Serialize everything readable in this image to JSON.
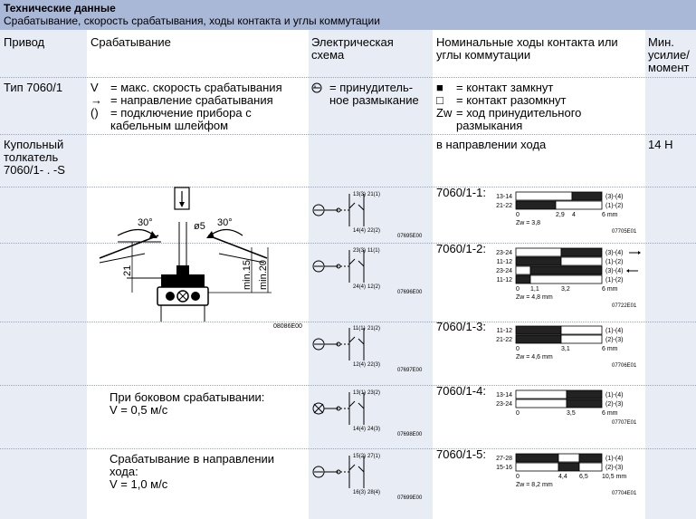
{
  "header": {
    "title": "Технические данные",
    "subtitle": "Срабатывание, скорость срабатывания, ходы контакта и углы коммутации"
  },
  "columns": {
    "drive": "Привод",
    "actuation": "Срабатывание",
    "scheme_l1": "Электрическая",
    "scheme_l2": "схема",
    "stroke_l1": "Номинальные ходы контакта или",
    "stroke_l2": "углы коммутации",
    "force_l1": "Мин.",
    "force_l2": "усилие/",
    "force_l3": "момент"
  },
  "type_row": {
    "drive": "Тип 7060/1",
    "legend": [
      {
        "sym": "V",
        "text": "= макс. скорость срабатывания"
      },
      {
        "sym": "→",
        "text": "= направление срабатывания"
      },
      {
        "sym": "()",
        "text": "= подключение прибора с"
      },
      {
        "sym": "",
        "text": "кабельным шлейфом"
      }
    ],
    "scheme_l1": "= принудитель-",
    "scheme_l2": "ное размыкание",
    "stroke_legend": [
      {
        "sym": "■",
        "text": "= контакт замкнут"
      },
      {
        "sym": "□",
        "text": "= контакт разомкнут"
      },
      {
        "sym": "Zw",
        "text": "= ход принудительного"
      },
      {
        "sym": "",
        "text": "размыкания"
      }
    ]
  },
  "plunger_row": {
    "drive_l1": "Купольный",
    "drive_l2": "толкатель",
    "drive_l3": "7060/1- . -S",
    "direction": "в направлении хода",
    "force": "14 H",
    "drawing": {
      "angle_left": "30°",
      "angle_right": "30°",
      "diameter": "ø5",
      "dim_21": "21",
      "dim_min15": "min.15",
      "dim_min20": "min.20",
      "code": "08086E00"
    },
    "side": {
      "l1": "При боковом срабатывании:",
      "l2": "V = 0,5 м/с"
    },
    "travel": {
      "l1": "Срабатывание в направлении",
      "l2": "хода:",
      "l3": "V = 1,0 м/с"
    }
  },
  "variants": [
    {
      "name": "7060/1-1:",
      "scheme_code": "07695E00",
      "chart_code": "07705E01",
      "terms": [
        "13(3)",
        "21(1)",
        "14(4)",
        "22(2)"
      ],
      "rows": [
        {
          "label": "13-14",
          "right": "(3)-(4)"
        },
        {
          "label": "21-22",
          "right": "(1)-(2)"
        }
      ],
      "axis": [
        "0",
        "2,9",
        "4",
        "6 mm"
      ],
      "zw": "Zw = 3,8"
    },
    {
      "name": "7060/1-2:",
      "scheme_code": "07696E00",
      "chart_code": "07722E01",
      "terms": [
        "23(3)",
        "11(1)",
        "24(4)",
        "12(2)"
      ],
      "rows": [
        {
          "label": "23-24",
          "right": "(3)-(4)"
        },
        {
          "label": "11-12",
          "right": "(1)-(2)"
        },
        {
          "label": "23-24",
          "right": "(3)-(4)"
        },
        {
          "label": "11-12",
          "right": "(1)-(2)"
        }
      ],
      "axis": [
        "0",
        "1,1",
        "3,2",
        "6 mm"
      ],
      "zw": "Zw = 4,8 mm"
    },
    {
      "name": "7060/1-3:",
      "scheme_code": "07697E00",
      "chart_code": "07706E01",
      "terms": [
        "11(1)",
        "21(2)",
        "12(4)",
        "22(3)"
      ],
      "rows": [
        {
          "label": "11-12",
          "right": "(1)-(4)"
        },
        {
          "label": "21-22",
          "right": "(2)-(3)"
        }
      ],
      "axis": [
        "0",
        "3,1",
        "6 mm"
      ],
      "zw": "Zw = 4,6 mm"
    },
    {
      "name": "7060/1-4:",
      "scheme_code": "07698E00",
      "chart_code": "07707E01",
      "terms": [
        "13(1)",
        "23(2)",
        "14(4)",
        "24(3)"
      ],
      "rows": [
        {
          "label": "13-14",
          "right": "(1)-(4)"
        },
        {
          "label": "23-24",
          "right": "(2)-(3)"
        }
      ],
      "axis": [
        "0",
        "3,5",
        "6 mm"
      ],
      "zw": ""
    },
    {
      "name": "7060/1-5:",
      "scheme_code": "07699E00",
      "chart_code": "07704E01",
      "terms": [
        "15(2)",
        "27(1)",
        "16(3)",
        "28(4)"
      ],
      "rows": [
        {
          "label": "27-28",
          "right": "(1)-(4)"
        },
        {
          "label": "15-16",
          "right": "(2)-(3)"
        }
      ],
      "axis": [
        "0",
        "4,4",
        "6,5",
        "10,5 mm"
      ],
      "zw": "Zw = 8,2 mm"
    }
  ]
}
